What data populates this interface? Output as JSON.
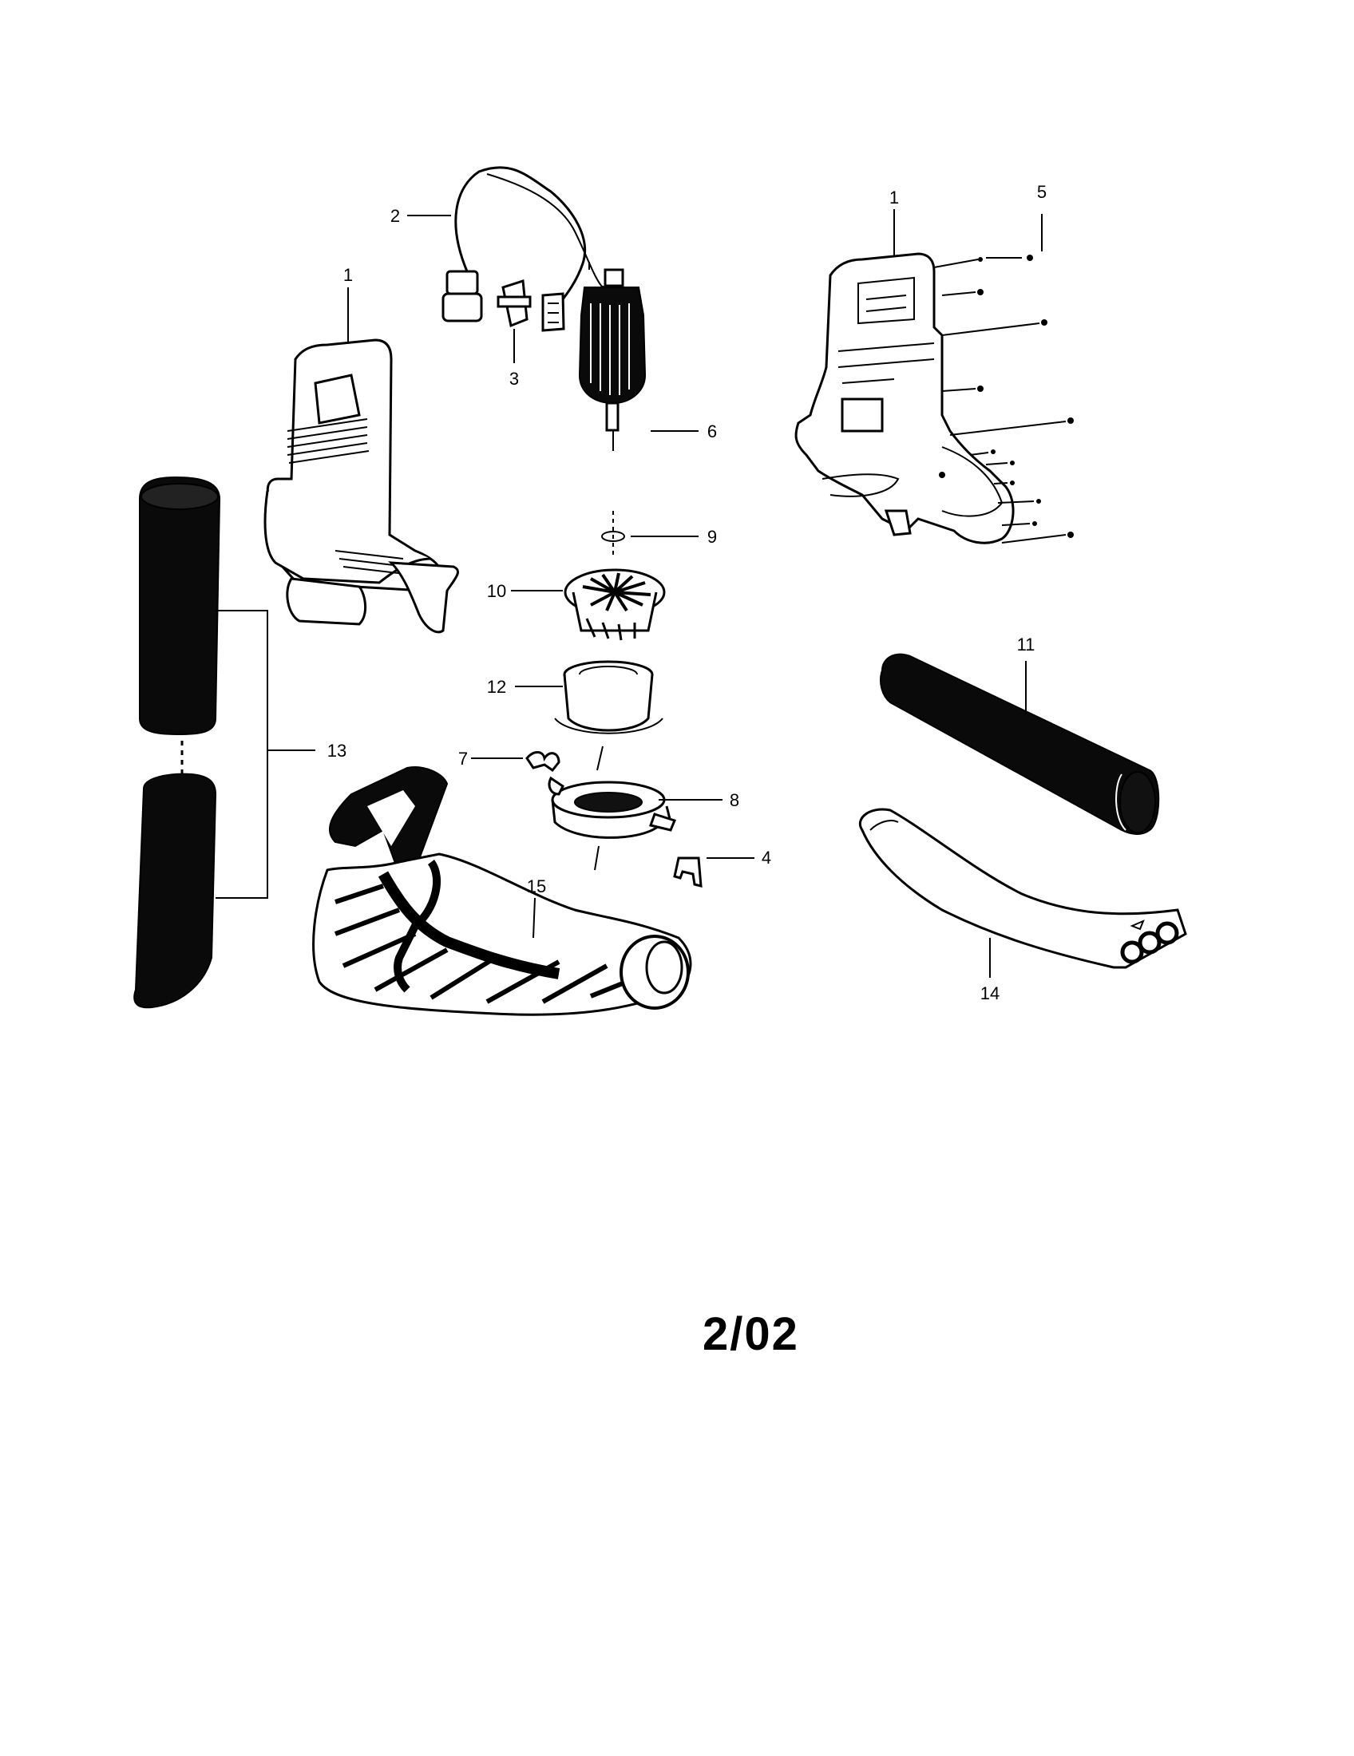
{
  "callouts": {
    "c1_left": "1",
    "c1_right": "1",
    "c2": "2",
    "c3": "3",
    "c4": "4",
    "c5": "5",
    "c6": "6",
    "c7": "7",
    "c8": "8",
    "c9": "9",
    "c10": "10",
    "c11": "11",
    "c12": "12",
    "c13": "13",
    "c14": "14",
    "c15": "15"
  },
  "footer": {
    "date_code": "2/02"
  }
}
